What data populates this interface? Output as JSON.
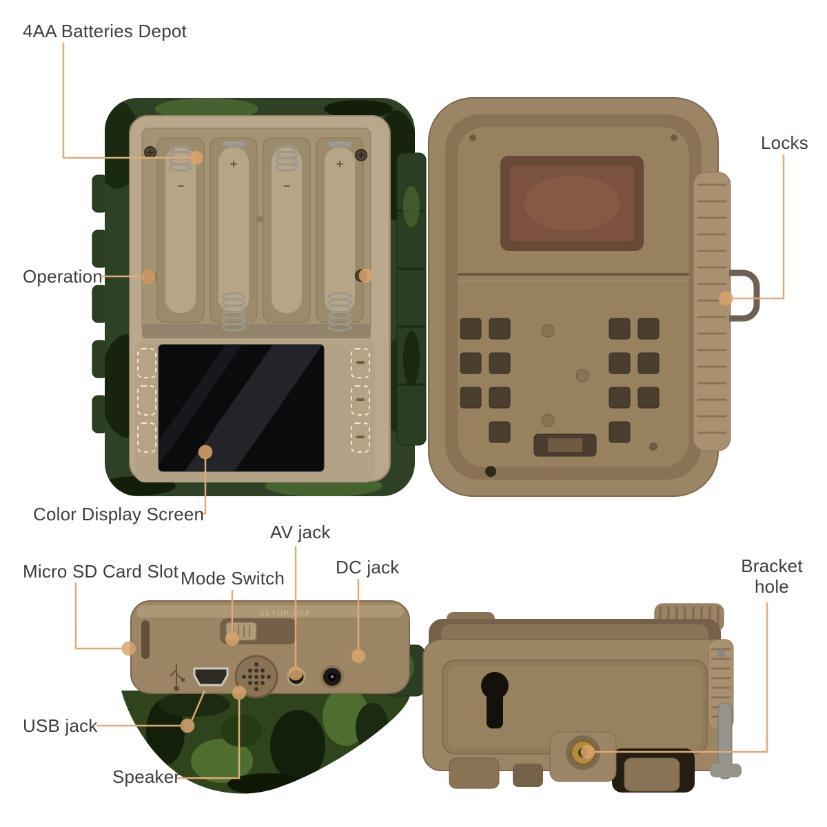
{
  "diagram": {
    "labels": {
      "batteries": "4AA Batteries Depot",
      "operation": "Operation",
      "display_screen": "Color Display Screen",
      "locks": "Locks",
      "sd_card_slot": "Micro SD Card Slot",
      "mode_switch": "Mode Switch",
      "av_jack": "AV jack",
      "dc_jack": "DC jack",
      "bracket_hole": "Bracket\nhole",
      "usb_jack": "USB jack",
      "speaker": "Speaker"
    },
    "markings": {
      "mode_switch_text": "SETUP OFF",
      "battery_plus": "+",
      "battery_minus": "−"
    },
    "colors": {
      "leader_line": "#dfab78",
      "callout_dot": "#d9a46e",
      "label_text": "#3e3e3e",
      "camo_green": "#2e4125",
      "body_tan": "#9c8565",
      "background": "#ffffff"
    }
  }
}
